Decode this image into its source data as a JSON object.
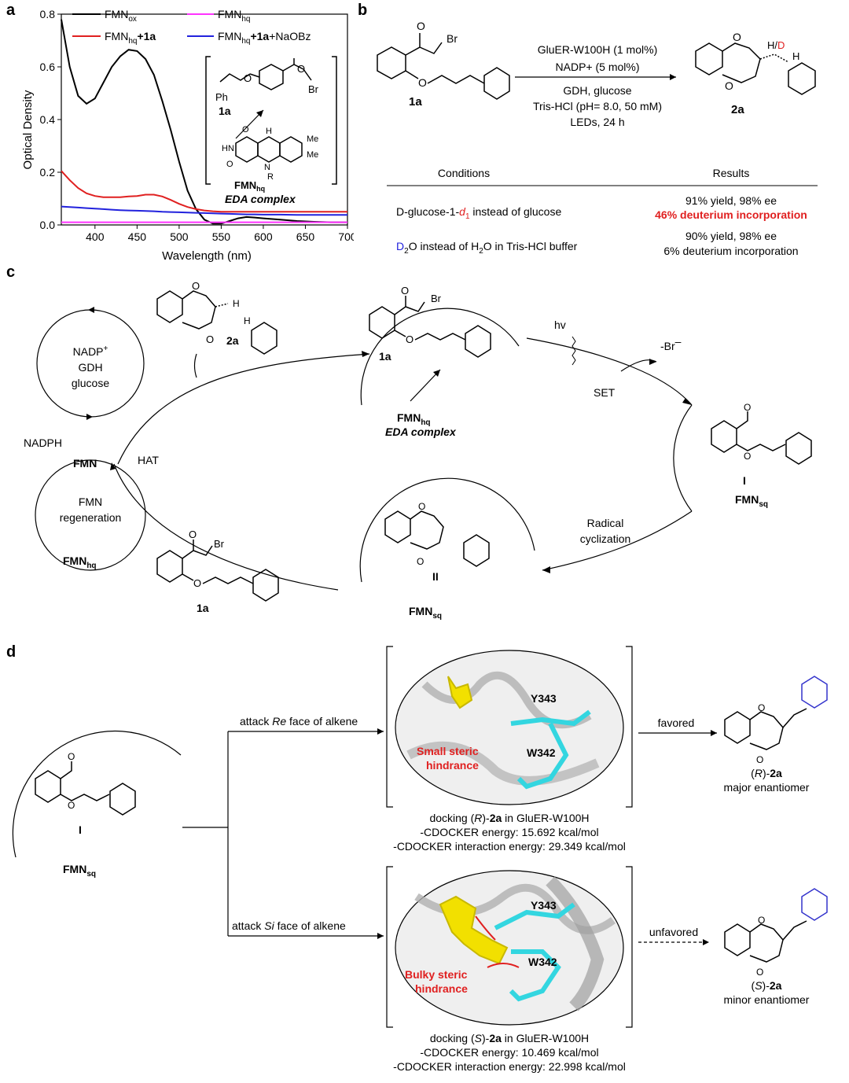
{
  "panels": {
    "a": "a",
    "b": "b",
    "c": "c",
    "d": "d"
  },
  "panel_a": {
    "ylabel": "Optical Density",
    "xlabel": "Wavelength (nm)",
    "inset_1a": "1a",
    "inset_ph": "Ph",
    "inset_br": "Br",
    "inset_fmnhq": "FMNhq",
    "inset_eda": "EDA complex",
    "legend": [
      {
        "name": "FMNox",
        "color": "#000000"
      },
      {
        "name": "FMNhq",
        "color": "#ff33ff"
      },
      {
        "name": "FMNhq+1a",
        "color": "#e02020"
      },
      {
        "name": "FMNhq+1a+NaOBz",
        "color": "#2222dd"
      }
    ]
  },
  "chart_data": {
    "type": "line",
    "xlabel": "Wavelength (nm)",
    "ylabel": "Optical Density",
    "xlim": [
      360,
      700
    ],
    "ylim": [
      0,
      0.8
    ],
    "xticks": [
      400,
      450,
      500,
      550,
      600,
      650,
      700
    ],
    "yticks": [
      0.0,
      0.2,
      0.4,
      0.6,
      0.8
    ],
    "x": [
      360,
      370,
      380,
      390,
      400,
      410,
      420,
      430,
      440,
      450,
      460,
      470,
      480,
      490,
      500,
      510,
      520,
      530,
      540,
      550,
      560,
      570,
      580,
      590,
      600,
      620,
      640,
      660,
      680,
      700
    ],
    "series": [
      {
        "name": "FMNox",
        "color": "#000000",
        "values": [
          0.78,
          0.6,
          0.49,
          0.46,
          0.48,
          0.54,
          0.6,
          0.64,
          0.665,
          0.66,
          0.63,
          0.57,
          0.47,
          0.36,
          0.24,
          0.13,
          0.06,
          0.02,
          0.005,
          0.005,
          0.015,
          0.025,
          0.03,
          0.028,
          0.025,
          0.02,
          0.015,
          0.012,
          0.01,
          0.01
        ]
      },
      {
        "name": "FMNhq",
        "color": "#ff33ff",
        "values": [
          0.01,
          0.01,
          0.01,
          0.01,
          0.01,
          0.01,
          0.01,
          0.01,
          0.01,
          0.01,
          0.01,
          0.01,
          0.01,
          0.01,
          0.01,
          0.01,
          0.01,
          0.01,
          0.01,
          0.01,
          0.01,
          0.01,
          0.01,
          0.01,
          0.01,
          0.01,
          0.01,
          0.01,
          0.01,
          0.01
        ]
      },
      {
        "name": "FMNhq+1a",
        "color": "#e02020",
        "values": [
          0.205,
          0.17,
          0.14,
          0.12,
          0.11,
          0.105,
          0.105,
          0.105,
          0.108,
          0.11,
          0.115,
          0.115,
          0.108,
          0.095,
          0.08,
          0.068,
          0.06,
          0.055,
          0.052,
          0.05,
          0.05,
          0.05,
          0.05,
          0.05,
          0.05,
          0.05,
          0.05,
          0.05,
          0.05,
          0.05
        ]
      },
      {
        "name": "FMNhq+1a+NaOBz",
        "color": "#2222dd",
        "values": [
          0.07,
          0.068,
          0.066,
          0.064,
          0.062,
          0.06,
          0.058,
          0.056,
          0.055,
          0.054,
          0.053,
          0.052,
          0.05,
          0.049,
          0.048,
          0.047,
          0.046,
          0.045,
          0.044,
          0.043,
          0.042,
          0.041,
          0.04,
          0.04,
          0.039,
          0.039,
          0.038,
          0.038,
          0.038,
          0.038
        ]
      }
    ]
  },
  "panel_b": {
    "reagents_top": [
      "GluER-W100H (1 mol%)",
      "NADP+ (5 mol%)"
    ],
    "reagents_bottom": [
      "GDH, glucose",
      "Tris-HCl (pH= 8.0, 50 mM)",
      "LEDs, 24 h"
    ],
    "substrate": "1a",
    "product": "2a",
    "product_hd": "H/",
    "product_d": "D",
    "product_h": "H",
    "br": "Br",
    "table_headers": [
      "Conditions",
      "Results"
    ],
    "row1_condition": "D-glucose-1-d1 instead of glucose",
    "row1_result_1": "91% yield, 98% ee",
    "row1_result_2": "46% deuterium incorporation",
    "row2_condition": "D2O instead of H2O in Tris-HCl buffer",
    "row2_result_1": "90% yield, 98% ee",
    "row2_result_2": "6% deuterium incorporation"
  },
  "panel_c": {
    "nadp_cycle": [
      "NADP+",
      "GDH",
      "glucose"
    ],
    "nadph": "NADPH",
    "fmn": "FMN",
    "fmn_regen": [
      "FMN",
      "regeneration"
    ],
    "fmnhq": "FMNhq",
    "hat": "HAT",
    "product": "2a",
    "substrate_top": "1a",
    "substrate_bottom": "1a",
    "eda_fmnhq": "FMNhq",
    "eda": "EDA complex",
    "hv": "hv",
    "br": "-Br",
    "br_sub": "Br",
    "set": "SET",
    "int_I": "I",
    "fmnsq_right": "FMNsq",
    "radical_cyc": [
      "Radical",
      "cyclization"
    ],
    "int_II": "II",
    "fmnsq_bottom": "FMNsq"
  },
  "panel_d": {
    "int_I": "I",
    "fmnsq": "FMNsq",
    "attack_re": "attack Re face of alkene",
    "attack_si": "attack Si face of alkene",
    "y343": "Y343",
    "w342": "W342",
    "small": [
      "Small steric",
      "hindrance"
    ],
    "bulky": [
      "Bulky steric",
      "hindrance"
    ],
    "favored": "favored",
    "unfavored": "unfavored",
    "r_label": "(R)-2a",
    "r_sub": "major enantiomer",
    "s_label": "(S)-2a",
    "s_sub": "minor enantiomer",
    "dock_r": [
      "docking (R)-2a in GluER-W100H",
      "-CDOCKER energy: 15.692 kcal/mol",
      "-CDOCKER interaction energy: 29.349 kcal/mol"
    ],
    "dock_s": [
      "docking (S)-2a in GluER-W100H",
      "-CDOCKER energy: 10.469 kcal/mol",
      "-CDOCKER interaction energy: 22.998 kcal/mol"
    ]
  },
  "colors": {
    "ligand": "#f2e000",
    "residue": "#33d6e0",
    "protein": "#b0b0b0",
    "hl": "#e02020"
  }
}
